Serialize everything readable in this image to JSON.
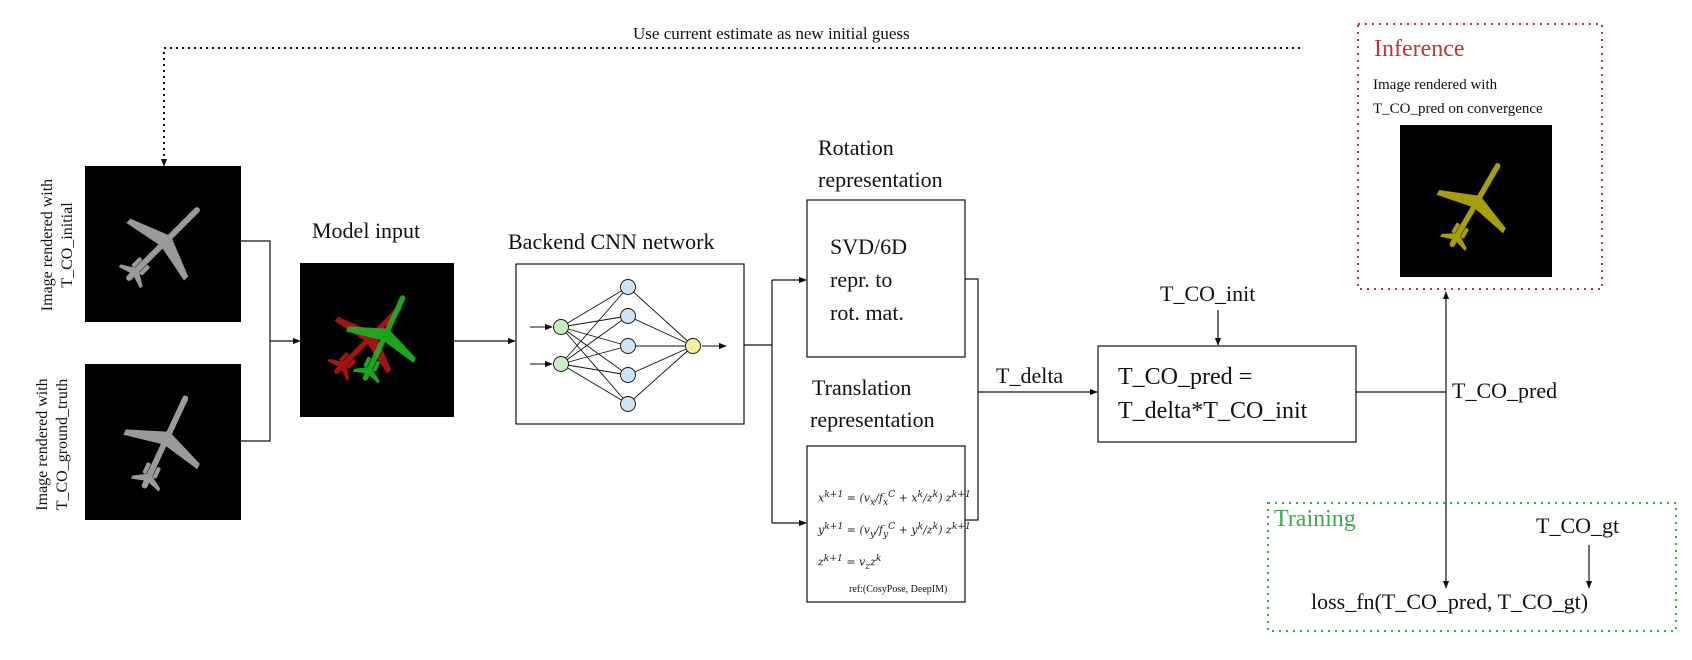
{
  "feedback_label": "Use current estimate as new initial guess",
  "inputs": {
    "initial_label_line1": "Image rendered with",
    "initial_label_line2": "T_CO_initial",
    "gt_label_line1": "Image rendered with",
    "gt_label_line2": "T_CO_ground_truth"
  },
  "model_input_label": "Model input",
  "cnn_label": "Backend CNN network",
  "rotation": {
    "title_line1": "Rotation",
    "title_line2": "representation",
    "box_line1": "SVD/6D",
    "box_line2": "repr. to",
    "box_line3": "rot. mat."
  },
  "translation": {
    "title_line1": "Translation",
    "title_line2": "representation",
    "ref": "ref:(CosyPose, DeepIM)"
  },
  "t_delta_label": "T_delta",
  "t_co_init_label": "T_CO_init",
  "pred_box": {
    "line1": "T_CO_pred =",
    "line2": "T_delta*T_CO_init"
  },
  "t_co_pred_label": "T_CO_pred",
  "inference": {
    "title": "Inference",
    "caption_line1": "Image rendered with",
    "caption_line2": "T_CO_pred on convergence",
    "title_color": "#b03a3a",
    "border_color": "#b03a3a"
  },
  "training": {
    "title": "Training",
    "t_co_gt_label": "T_CO_gt",
    "loss_label": "loss_fn(T_CO_pred, T_CO_gt)",
    "title_color": "#3aaa4a",
    "border_color": "#3aaa4a"
  },
  "colors": {
    "render_gray": "#9a9a9a",
    "overlay_red": "#b01818",
    "overlay_green": "#22b022",
    "overlay_yellow": "#b8b010",
    "node_green": "#c8f0c0",
    "node_blue": "#cce4f6",
    "node_yellow": "#f6f0a0"
  }
}
